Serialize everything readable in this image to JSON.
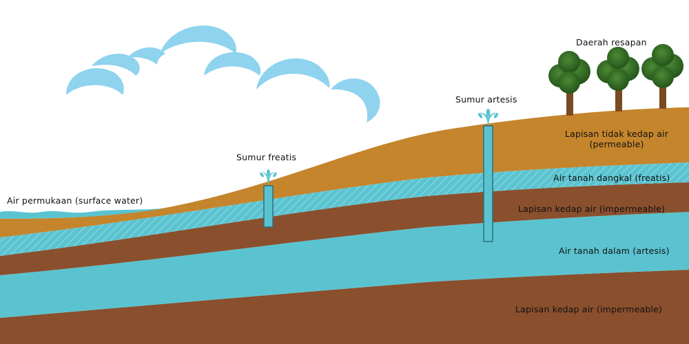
{
  "labels": {
    "surface_water": "Air permukaan (surface water)",
    "well_phreatic": "Sumur freatis",
    "well_artesian": "Sumur artesis",
    "recharge_area": "Daerah resapan",
    "permeable_line1": "Lapisan tidak kedap air",
    "permeable_line2": "(permeable)",
    "shallow_groundwater": "Air tanah dangkal (freatis)",
    "impermeable_upper": "Lapisan kedap air (impermeable)",
    "deep_groundwater": "Air tanah dalam (artesis)",
    "impermeable_lower": "Lapisan kedap air (impermeable)"
  },
  "colors": {
    "sky": "#ffffff",
    "cloud": "#8fd3ef",
    "topsoil": "#c4852c",
    "water": "#5bc3d0",
    "rock": "#8a4e2c",
    "tree_crown": "#2f6b22",
    "tree_trunk": "#7a4a22"
  },
  "icons": [
    "cloud-icon",
    "tree-icon",
    "water-fountain-icon"
  ]
}
